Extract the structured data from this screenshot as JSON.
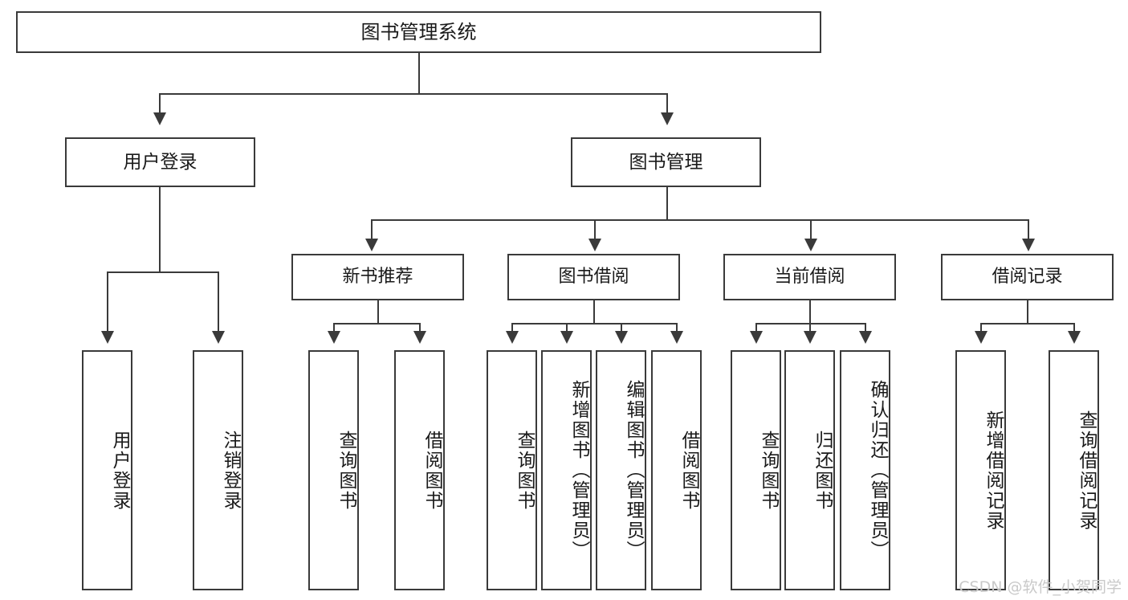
{
  "diagram": {
    "title": "图书管理系统",
    "type": "tree",
    "watermark": "CSDN @软件_小贺同学",
    "colors": {
      "stroke": "#3a3a3a",
      "fill": "#ffffff",
      "text": "#1a1a1a",
      "watermark": "#c9c9c9"
    },
    "nodes": {
      "root": {
        "label": "图书管理系统"
      },
      "level2": [
        {
          "id": "user-login",
          "label": "用户登录"
        },
        {
          "id": "book-manage",
          "label": "图书管理"
        }
      ],
      "level3": [
        {
          "id": "new-book-rec",
          "label": "新书推荐"
        },
        {
          "id": "book-borrow",
          "label": "图书借阅"
        },
        {
          "id": "current-borrow",
          "label": "当前借阅"
        },
        {
          "id": "borrow-record",
          "label": "借阅记录"
        }
      ],
      "leaves": [
        {
          "id": "leaf-user-login",
          "label": "用户登录",
          "parent": "user-login"
        },
        {
          "id": "leaf-logout",
          "label": "注销登录",
          "parent": "user-login"
        },
        {
          "id": "leaf-query-book-1",
          "label": "查询图书",
          "parent": "new-book-rec"
        },
        {
          "id": "leaf-borrow-book-1",
          "label": "借阅图书",
          "parent": "new-book-rec"
        },
        {
          "id": "leaf-query-book-2",
          "label": "查询图书",
          "parent": "book-borrow"
        },
        {
          "id": "leaf-add-book",
          "label": "新增图书（管理员）",
          "parent": "book-borrow"
        },
        {
          "id": "leaf-edit-book",
          "label": "编辑图书（管理员）",
          "parent": "book-borrow"
        },
        {
          "id": "leaf-borrow-book-2",
          "label": "借阅图书",
          "parent": "book-borrow"
        },
        {
          "id": "leaf-query-book-3",
          "label": "查询图书",
          "parent": "current-borrow"
        },
        {
          "id": "leaf-return-book",
          "label": "归还图书",
          "parent": "current-borrow"
        },
        {
          "id": "leaf-confirm-return",
          "label": "确认归还（管理员）",
          "parent": "current-borrow"
        },
        {
          "id": "leaf-add-record",
          "label": "新增借阅记录",
          "parent": "borrow-record"
        },
        {
          "id": "leaf-query-record",
          "label": "查询借阅记录",
          "parent": "borrow-record"
        }
      ]
    }
  }
}
